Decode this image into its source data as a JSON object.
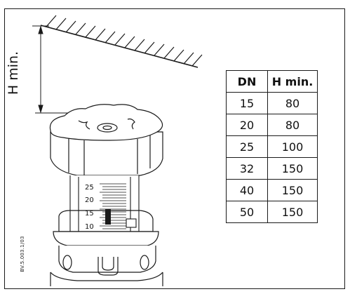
{
  "dimension_label": "H min.",
  "reference_code": "BV.5.003.1/03",
  "table": {
    "headers": [
      "DN",
      "H min."
    ],
    "rows": [
      [
        "15",
        "80"
      ],
      [
        "20",
        "80"
      ],
      [
        "25",
        "100"
      ],
      [
        "32",
        "150"
      ],
      [
        "40",
        "150"
      ],
      [
        "50",
        "150"
      ]
    ]
  },
  "scale_labels": [
    "25",
    "20",
    "15",
    "10"
  ],
  "colors": {
    "line": "#1a1a1a",
    "background": "#ffffff"
  }
}
